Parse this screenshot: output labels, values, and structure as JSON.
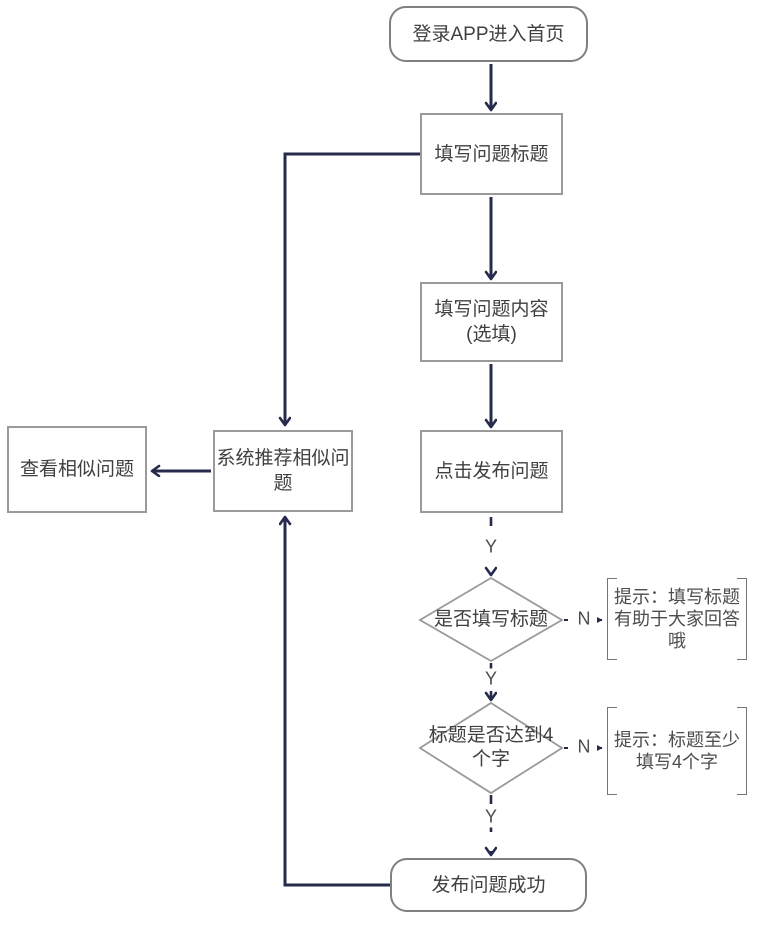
{
  "nodes": {
    "start": {
      "label": "登录APP进入首页"
    },
    "fill_title": {
      "label": "填写问题标题"
    },
    "fill_content": {
      "label": "填写问题内容\n(选填)"
    },
    "publish": {
      "label": "点击发布问题"
    },
    "check_title_filled": {
      "label": "是否填写标题"
    },
    "check_title_length": {
      "label": "标题是否达到4个字"
    },
    "publish_success": {
      "label": "发布问题成功"
    },
    "recommend_similar": {
      "label": "系统推荐相似问题"
    },
    "view_similar": {
      "label": "查看相似问题"
    }
  },
  "tips": {
    "no_title": "提示：填写标题有助于大家回答哦",
    "min_length": "提示：标题至少填写4个字"
  },
  "edge_labels": {
    "yes": "Y",
    "no": "N"
  },
  "colors": {
    "arrow": "#262b4c",
    "node_border": "#9a9a9a",
    "terminal_border": "#808080",
    "node_text": "#404040",
    "tip_text": "#4d4d4d",
    "edge_label_text": "#4d4d4d",
    "bracket": "#757575",
    "background": "#ffffff"
  }
}
